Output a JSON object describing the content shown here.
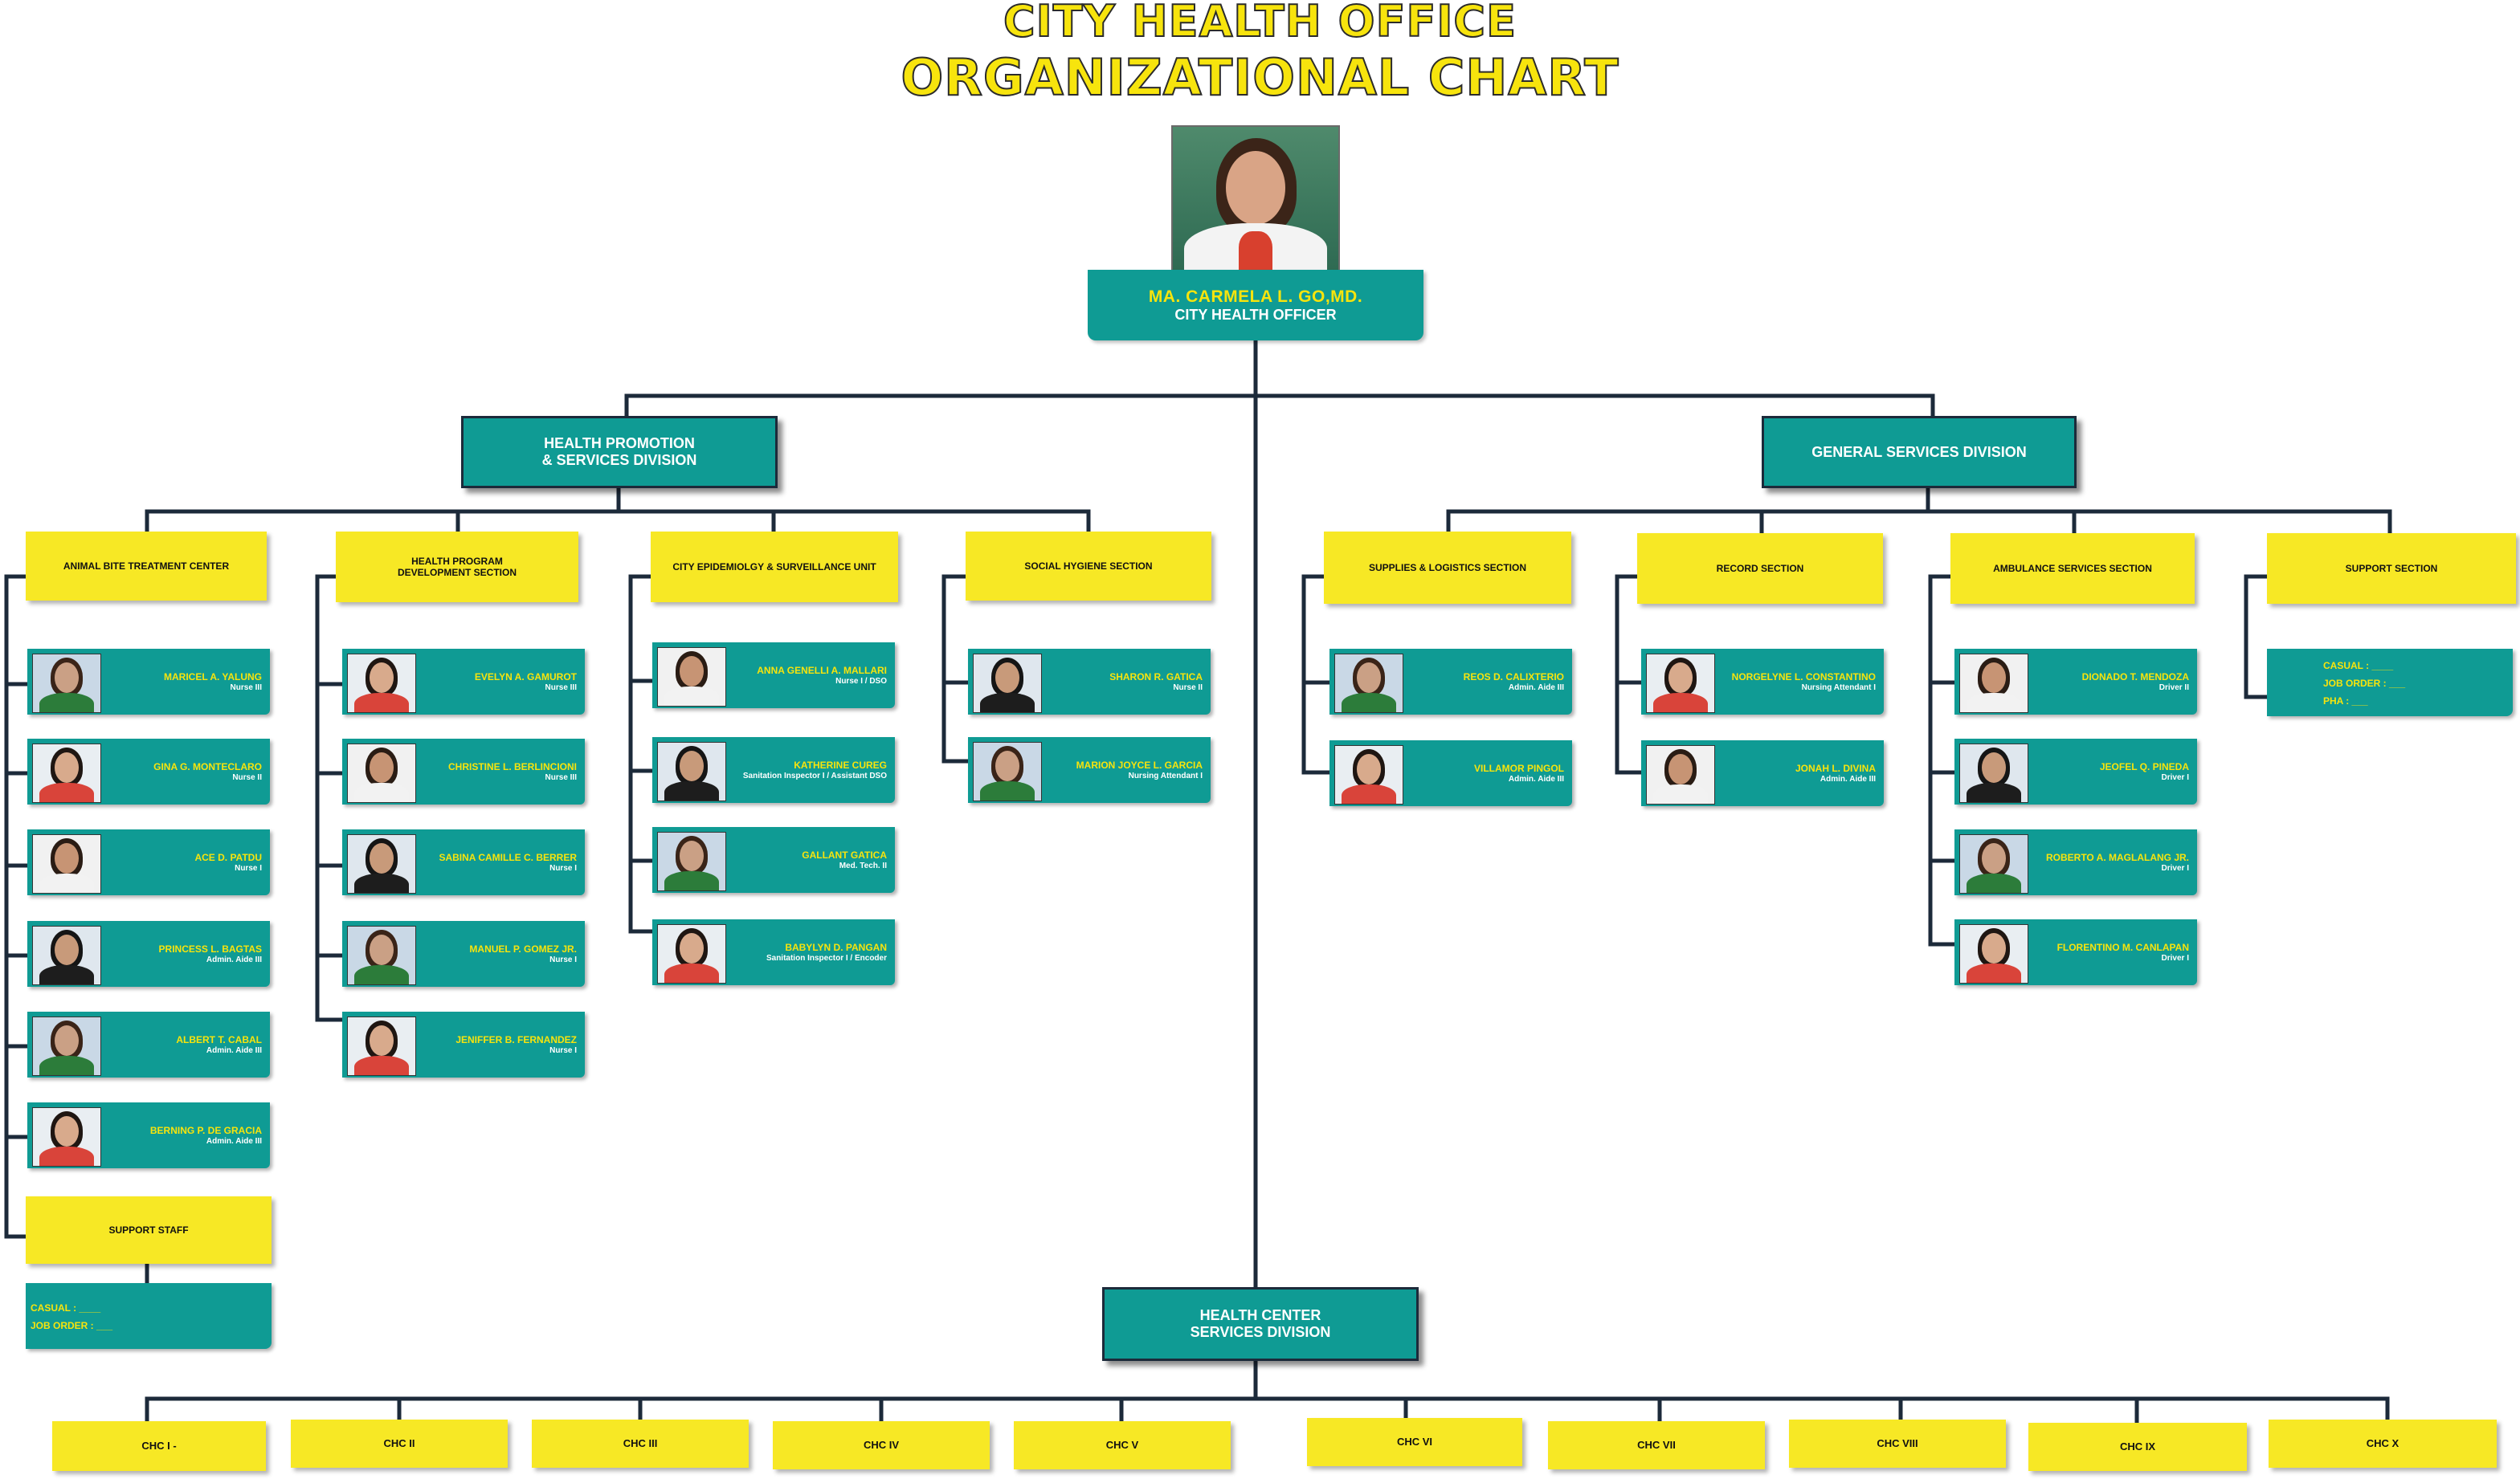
{
  "title": {
    "line1": "CITY HEALTH OFFICE",
    "line2": "ORGANIZATIONAL CHART"
  },
  "chief": {
    "name": "MA. CARMELA L. GO,MD.",
    "title": "CITY HEALTH OFFICER"
  },
  "divisions": {
    "promotion": "HEALTH PROMOTION\n& SERVICES DIVISION",
    "general": "GENERAL SERVICES DIVISION",
    "health_center": "HEALTH CENTER\nSERVICES DIVISION"
  },
  "sections": [
    {
      "label": "ANIMAL BITE TREATMENT CENTER",
      "members": [
        {
          "name": "MARICEL A. YALUNG",
          "position": "Nurse III"
        },
        {
          "name": "GINA G. MONTECLARO",
          "position": "Nurse II"
        },
        {
          "name": "ACE D. PATDU",
          "position": "Nurse I"
        },
        {
          "name": "PRINCESS L. BAGTAS",
          "position": "Admin. Aide III"
        },
        {
          "name": "ALBERT T. CABAL",
          "position": "Admin. Aide III"
        },
        {
          "name": "BERNING P. DE GRACIA",
          "position": "Admin. Aide III"
        }
      ]
    },
    {
      "label": "HEALTH PROGRAM DEVELOPMENT SECTION",
      "members": [
        {
          "name": "EVELYN A. GAMUROT",
          "position": "Nurse III"
        },
        {
          "name": "CHRISTINE L. BERLINCIONI",
          "position": "Nurse III"
        },
        {
          "name": "SABINA CAMILLE C. BERRER",
          "position": "Nurse I"
        },
        {
          "name": "MANUEL P. GOMEZ JR.",
          "position": "Nurse I"
        },
        {
          "name": "JENIFFER B. FERNANDEZ",
          "position": "Nurse I"
        }
      ]
    },
    {
      "label": "CITY EPIDEMIOLGY  & SURVEILLANCE UNIT",
      "members": [
        {
          "name": "ANNA GENELLI A. MALLARI",
          "position": "Nurse I / DSO"
        },
        {
          "name": "KATHERINE CUREG",
          "position": "Sanitation Inspector I / Assistant DSO"
        },
        {
          "name": "GALLANT GATICA",
          "position": "Med. Tech. II"
        },
        {
          "name": "BABYLYN D. PANGAN",
          "position": "Sanitation Inspector I / Encoder"
        }
      ]
    },
    {
      "label": "SOCIAL HYGIENE SECTION",
      "members": [
        {
          "name": "SHARON R. GATICA",
          "position": "Nurse II"
        },
        {
          "name": "MARION JOYCE L. GARCIA",
          "position": "Nursing Attendant I"
        }
      ]
    },
    {
      "label": "SUPPLIES & LOGISTICS SECTION",
      "members": [
        {
          "name": "REOS D. CALIXTERIO",
          "position": "Admin. Aide III"
        },
        {
          "name": "VILLAMOR PINGOL",
          "position": "Admin. Aide III"
        }
      ]
    },
    {
      "label": "RECORD SECTION",
      "members": [
        {
          "name": "NORGELYNE L. CONSTANTINO",
          "position": "Nursing Attendant I"
        },
        {
          "name": "JONAH L. DIVINA",
          "position": "Admin. Aide III"
        }
      ]
    },
    {
      "label": "AMBULANCE SERVICES SECTION",
      "members": [
        {
          "name": "DIONADO T. MENDOZA",
          "position": "Driver II"
        },
        {
          "name": "JEOFEL Q. PINEDA",
          "position": "Driver I"
        },
        {
          "name": "ROBERTO A. MAGLALANG JR.",
          "position": "Driver I"
        },
        {
          "name": "FLORENTINO M. CANLAPAN",
          "position": "Driver I"
        }
      ]
    },
    {
      "label": "SUPPORT SECTION",
      "members": []
    }
  ],
  "support_staff": {
    "label": "SUPPORT STAFF",
    "casual": "CASUAL : ____",
    "job_order": "JOB ORDER : ___"
  },
  "support_section_notes": {
    "casual": "CASUAL : ____",
    "job_order": "JOB ORDER : ___",
    "pha": "PHA : ___"
  },
  "health_centers": [
    "CHC I -",
    "CHC II",
    "CHC III",
    "CHC IV",
    "CHC V",
    "CHC VI",
    "CHC VII",
    "CHC  VIII",
    "CHC IX",
    "CHC X"
  ],
  "colors": {
    "teal": "#0f9b94",
    "yellow": "#f7e825",
    "title_yellow": "#f7e40d",
    "line": "#1c2a3a"
  }
}
